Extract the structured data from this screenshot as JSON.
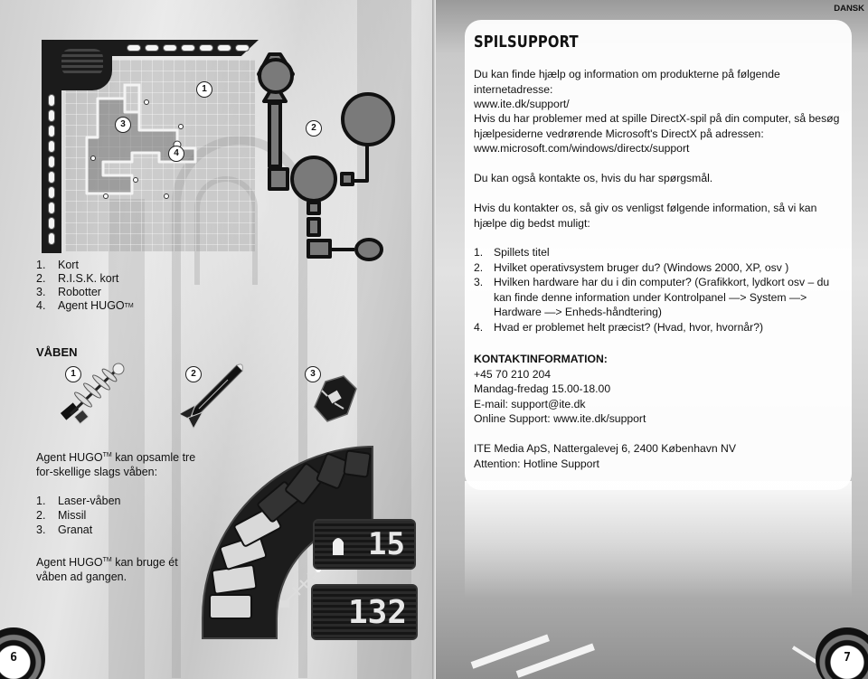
{
  "left_page": {
    "page_number": "6",
    "map_callouts": [
      "1",
      "2",
      "3",
      "4"
    ],
    "legend": [
      {
        "num": "1.",
        "label": "Kort",
        "tm": ""
      },
      {
        "num": "2.",
        "label": "R.I.S.K. kort",
        "tm": ""
      },
      {
        "num": "3.",
        "label": "Robotter",
        "tm": ""
      },
      {
        "num": "4.",
        "label": "Agent HUGO",
        "tm": "TM"
      }
    ],
    "weapons_title": "VÅBEN",
    "weapon_callouts": [
      "1",
      "2",
      "3"
    ],
    "weapons_intro": {
      "pre": "Agent HUGO",
      "tm": "TM",
      "post": " kan opsamle tre for-skellige slags våben:"
    },
    "weapons": [
      {
        "num": "1.",
        "label": "Laser-våben"
      },
      {
        "num": "2.",
        "label": "Missil"
      },
      {
        "num": "3.",
        "label": "Granat"
      }
    ],
    "weapons_outro": {
      "pre": "Agent HUGO",
      "tm": "TM",
      "post": " kan bruge ét våben ad gangen."
    },
    "hud": {
      "ammo": "15",
      "score": "132"
    },
    "icons": [
      "map-track-icon",
      "risk-card-map-icon",
      "laser-weapon-icon",
      "missile-icon",
      "grenade-icon",
      "bullet-icon"
    ]
  },
  "right_page": {
    "language_tag": "DANSK",
    "page_number": "7",
    "title": "SPILSUPPORT",
    "intro": "Du kan finde hjælp og information om produkterne på følgende internetadresse:",
    "intro_url": "www.ite.dk/support/",
    "directx_text": "Hvis du har problemer med at spille DirectX-spil på din computer, så besøg hjælpesiderne vedrørende Microsoft's DirectX på adressen:",
    "directx_url": "www.microsoft.com/windows/directx/support",
    "contact_note": "Du kan også kontakte os, hvis du har spørgsmål.",
    "info_request": "Hvis du kontakter os, så giv os venligst følgende information, så vi kan hjælpe dig bedst muligt:",
    "questions": [
      {
        "num": "1.",
        "text": "Spillets titel"
      },
      {
        "num": "2.",
        "text": "Hvilket operativsystem bruger du? (Windows 2000, XP, osv )"
      },
      {
        "num": "3.",
        "text": "Hvilken hardware har du i din computer? (Grafikkort, lydkort osv – du kan finde denne information under Kontrolpanel —> System —> Hardware —> Enheds-håndtering)"
      },
      {
        "num": "4.",
        "text": "Hvad er problemet helt præcist? (Hvad, hvor, hvornår?)"
      }
    ],
    "contact": {
      "title": "KONTAKTINFORMATION:",
      "phone": "+45 70 210 204",
      "hours": "Mandag-fredag 15.00-18.00",
      "email": "E-mail: support@ite.dk",
      "online": "Online Support: www.ite.dk/support"
    },
    "address": "ITE Media ApS, Nattergalevej 6, 2400 København NV",
    "attention": "Attention: Hotline Support"
  }
}
